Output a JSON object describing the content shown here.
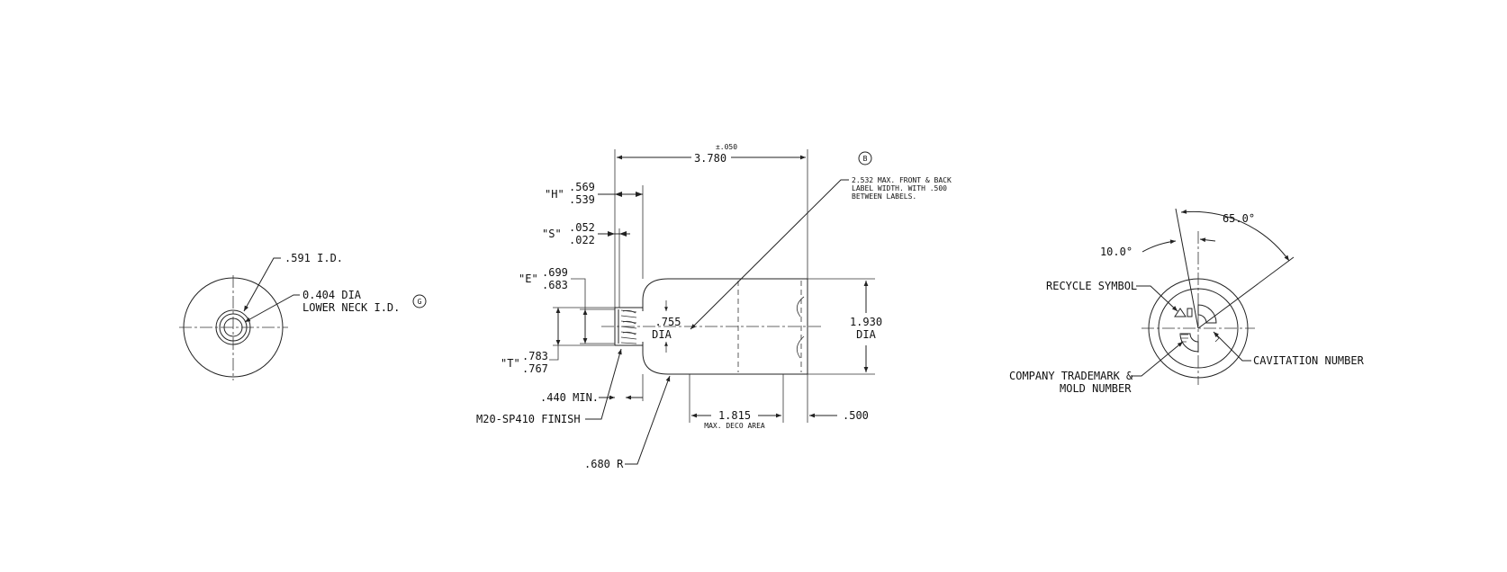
{
  "top_view": {
    "id_label": ".591 I.D.",
    "neck_dia": "0.404 DIA",
    "neck_desc": "LOWER NECK I.D.",
    "note_g": "G"
  },
  "side_view": {
    "tol_length": "±.050",
    "length": "3.780",
    "note_b": "B",
    "label_note_1": "2.532 MAX. FRONT & BACK",
    "label_note_2": "LABEL WIDTH.  WITH .500",
    "label_note_3": "BETWEEN LABELS.",
    "h_tag": "\"H\"",
    "h_max": ".569",
    "h_min": ".539",
    "s_tag": "\"S\"",
    "s_max": ".052",
    "s_min": ".022",
    "e_tag": "\"E\"",
    "e_max": ".699",
    "e_min": ".683",
    "t_tag": "\"T\"",
    "t_max": ".783",
    "t_min": ".767",
    "bore": ".755",
    "bore_dia": "DIA",
    "body_dia": "1.930",
    "body_dia_lbl": "DIA",
    "neck_min": ".440 MIN.",
    "finish": "M20-SP410 FINISH",
    "shoulder_r": ".680 R",
    "deco": "1.815",
    "deco_lbl": "MAX. DECO AREA",
    "base_off": ".500"
  },
  "bottom_view": {
    "angle_1": "65.0°",
    "angle_2": "10.0°",
    "recycle": "RECYCLE SYMBOL",
    "cavitation": "CAVITATION NUMBER",
    "trademark_1": "COMPANY TRADEMARK &",
    "trademark_2": "MOLD NUMBER"
  }
}
